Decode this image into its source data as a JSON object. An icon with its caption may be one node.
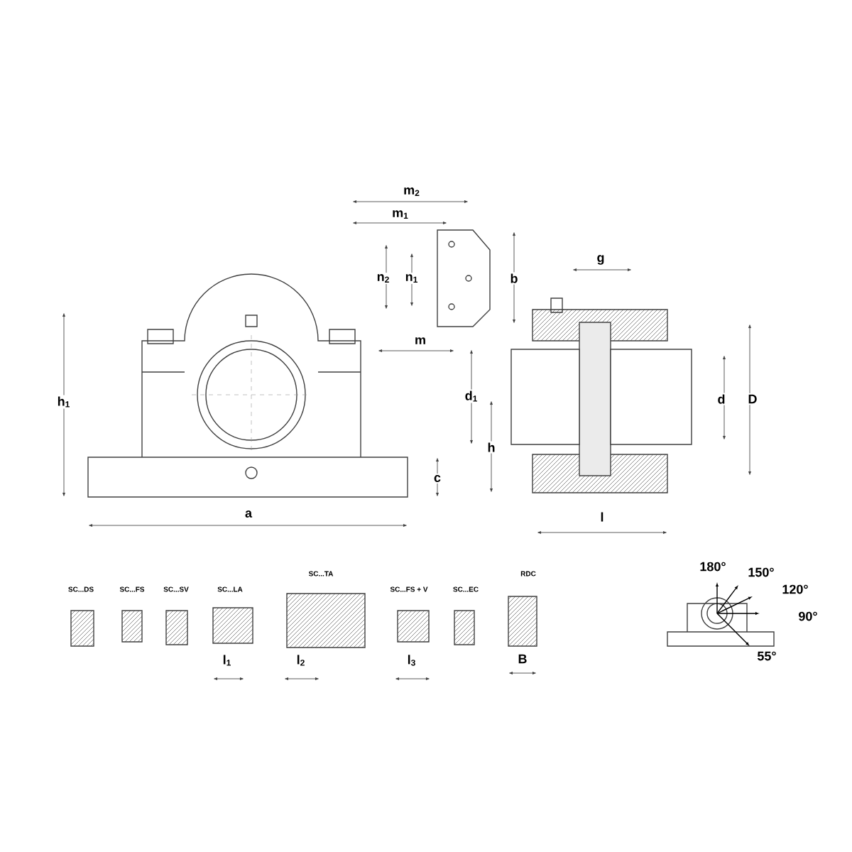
{
  "diagram": {
    "labels": [
      "m$_{2}$",
      "m$_{1}$",
      "n$_{2}$",
      "n$_{1}$",
      "b",
      "g",
      "m",
      "h$_{1}$",
      "d$_{1}$",
      "d",
      "D",
      "h",
      "c",
      "a",
      "l",
      "SC...TA",
      "RDC",
      "SC...DS",
      "SC...FS",
      "SC...SV",
      "SC...LA",
      "SC...FS + V",
      "SC...EC",
      "l$_{1}$",
      "l$_{2}$",
      "l$_{3}$",
      "B",
      "180°",
      "150°",
      "120°",
      "90°",
      "55°"
    ]
  }
}
